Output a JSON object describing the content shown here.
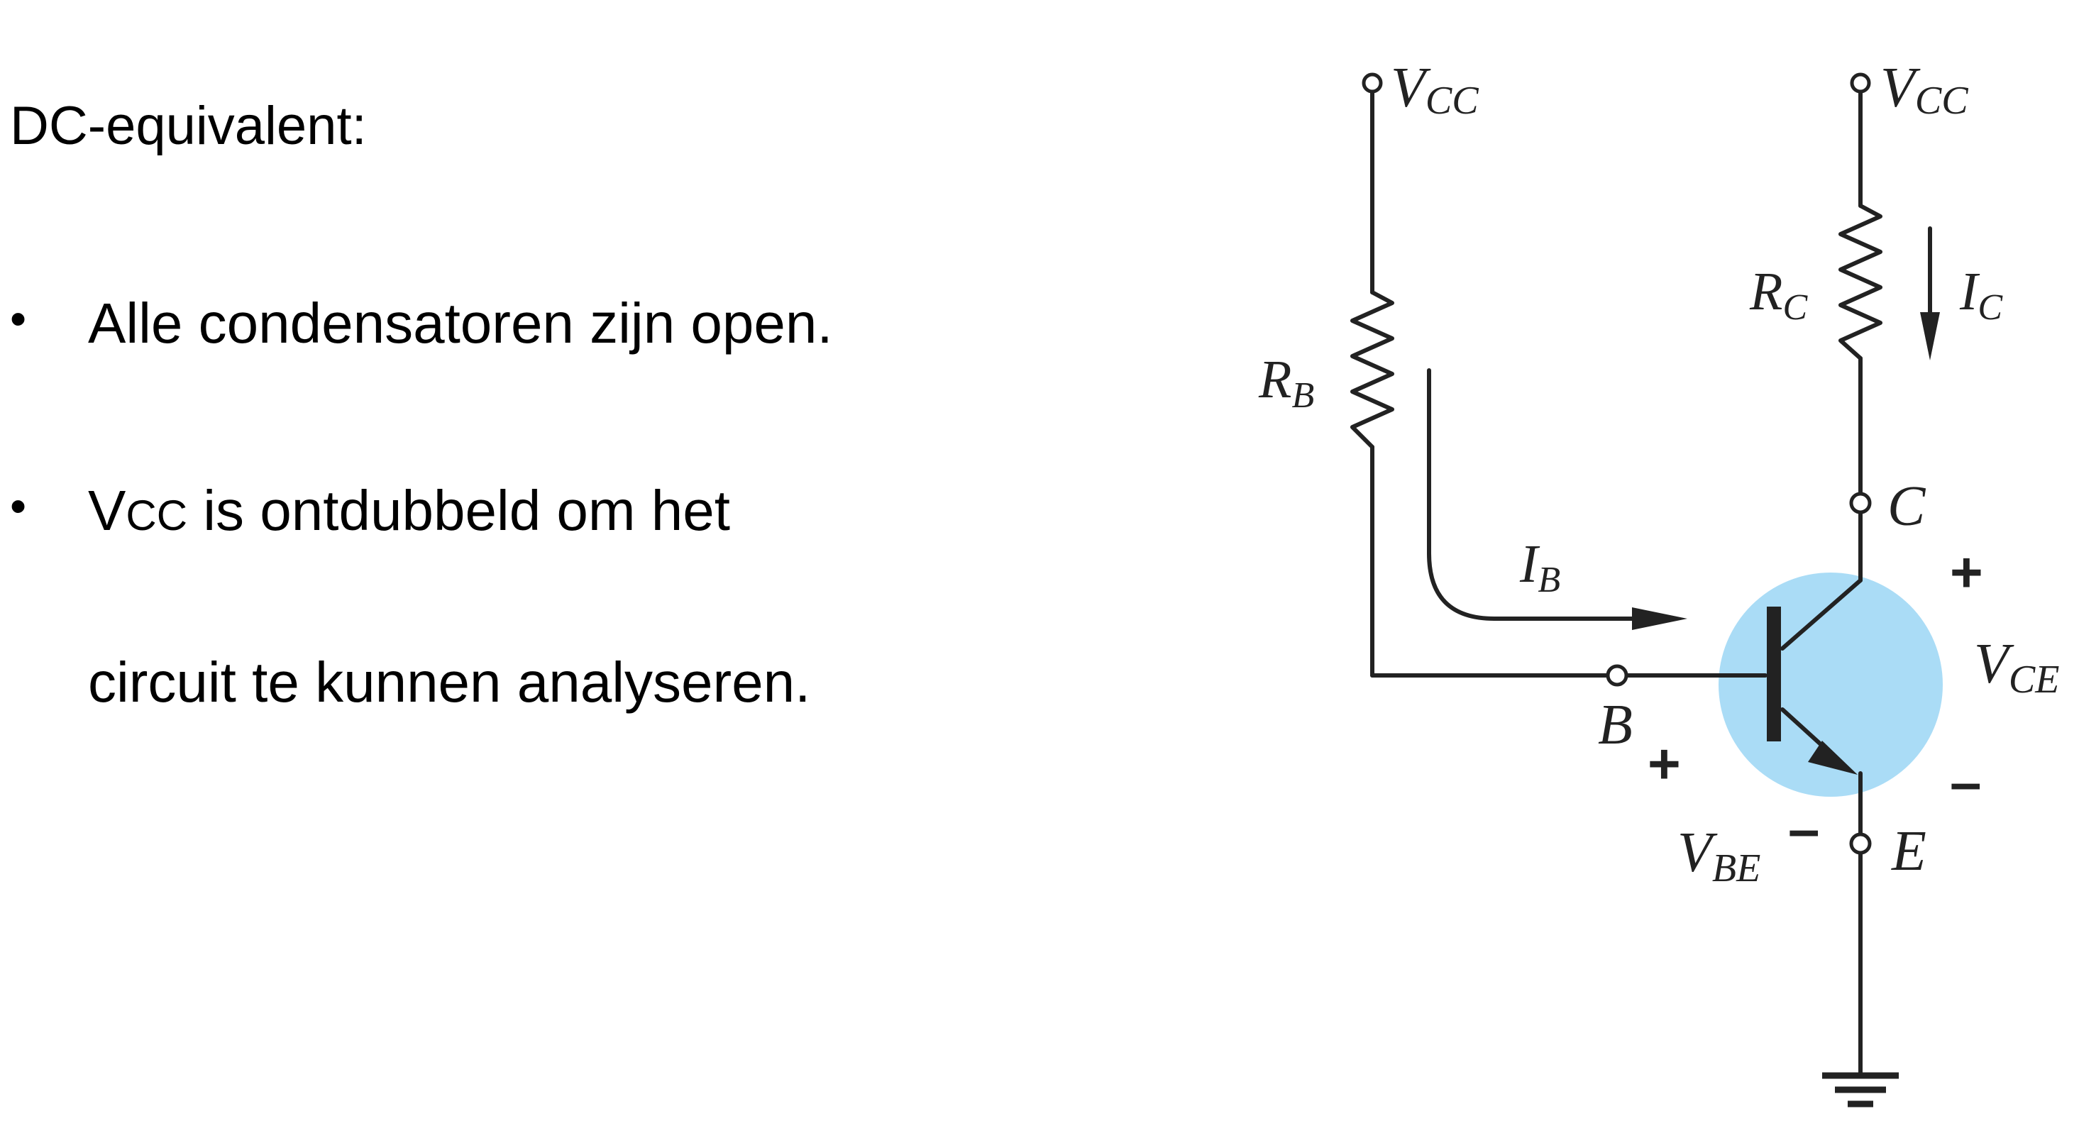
{
  "text_panel": {
    "heading": "DC-equivalent:",
    "bullet_glyph": "•",
    "bullet_1": "Alle condensatoren zijn open.",
    "bullet_2_prefix": "V",
    "bullet_2_sub": "CC",
    "bullet_2_rest": " is ontdubbeld om het",
    "bullet_2_line2": "circuit te kunnen analyseren."
  },
  "circuit": {
    "vcc_left": {
      "main": "V",
      "sub": "CC"
    },
    "vcc_right": {
      "main": "V",
      "sub": "CC"
    },
    "rb": {
      "main": "R",
      "sub": "B"
    },
    "rc": {
      "main": "R",
      "sub": "C"
    },
    "ic": {
      "main": "I",
      "sub": "C"
    },
    "ib": {
      "main": "I",
      "sub": "B"
    },
    "node_c": "C",
    "node_b": "B",
    "node_e": "E",
    "vce": {
      "main": "V",
      "sub": "CE"
    },
    "vbe": {
      "main": "V",
      "sub": "BE"
    },
    "vce_plus": "+",
    "vce_minus": "–",
    "vbe_plus": "+",
    "vbe_minus": "–"
  },
  "colors": {
    "transistor_highlight": "#aadcf6",
    "ink": "#222222"
  }
}
